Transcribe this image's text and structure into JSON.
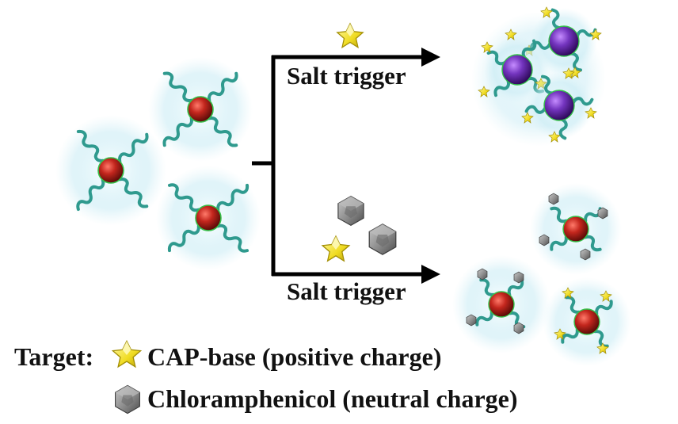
{
  "arrows": {
    "top_label": "Salt trigger",
    "bottom_label": "Salt trigger"
  },
  "legend": {
    "title": "Target:",
    "cap_base": "CAP-base (positive charge)",
    "chloramphenicol": "Chloramphenicol (neutral charge)"
  },
  "colors": {
    "np_red": "#b3241e",
    "np_purple": "#6a2fb0",
    "ligand": "#2f9a8e",
    "halo": "#cfeef7",
    "cap_base": "#f2e233",
    "chloramphenicol": "#8c8c8c",
    "arrow": "#000000"
  },
  "icons": [
    "cap-base-star-icon",
    "chloramphenicol-hexagon-icon"
  ]
}
